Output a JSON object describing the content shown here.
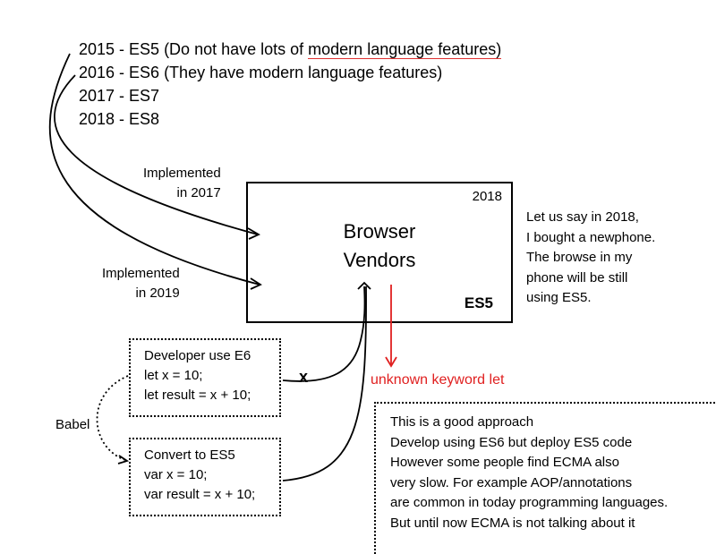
{
  "versions": [
    {
      "label": "2015 - ES5 (Do not have lots of ",
      "underlined": "modern language features)"
    },
    {
      "label": "2016 - ES6 (They have modern language features)",
      "underlined": ""
    },
    {
      "label": "2017 - ES7",
      "underlined": ""
    },
    {
      "label": "2018 - ES8",
      "underlined": ""
    }
  ],
  "implemented_2017": [
    "Implemented",
    "in 2017"
  ],
  "implemented_2019": [
    "Implemented",
    "in 2019"
  ],
  "browser_box": {
    "year": "2018",
    "title_line1": "Browser",
    "title_line2": "Vendors",
    "es5_label": "ES5"
  },
  "side_note": [
    "Let us say in 2018,",
    "I bought a newphone.",
    "The browse in my",
    "phone will be still",
    "using ES5."
  ],
  "developer_box": [
    "Developer use E6",
    "let x = 10;",
    "let result = x + 10;"
  ],
  "convert_box": [
    "Convert to ES5",
    "var x = 10;",
    "var result = x + 10;"
  ],
  "babel_label": "Babel",
  "cross_mark": "x",
  "unknown_keyword": "unknown keyword let",
  "approach_note": [
    "This is a good approach",
    "Develop using ES6 but deploy ES5 code",
    "However some people find ECMA also",
    "very slow. For example AOP/annotations",
    "are common in today programming languages.",
    "But until now ECMA is not talking about it"
  ],
  "colors": {
    "accent_red": "#e02020",
    "line": "#000000"
  }
}
